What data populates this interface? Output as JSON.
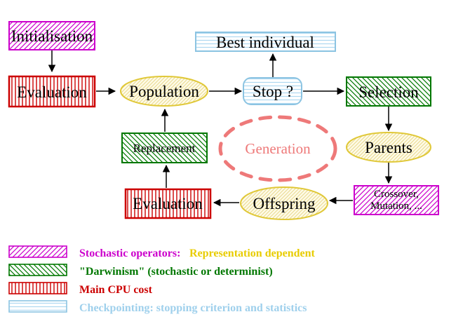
{
  "diagram": {
    "nodes": {
      "initialisation": {
        "label": "Initialisation"
      },
      "evaluation_top": {
        "label": "Evaluation"
      },
      "population": {
        "label": "Population"
      },
      "best_individual": {
        "label": "Best individual"
      },
      "stop": {
        "label": "Stop ?"
      },
      "selection": {
        "label": "Selection"
      },
      "replacement": {
        "label": "Replacement"
      },
      "generation": {
        "label": "Generation"
      },
      "parents": {
        "label": "Parents"
      },
      "evaluation_bottom": {
        "label": "Evaluation"
      },
      "offspring": {
        "label": "Offspring"
      },
      "crossover": {
        "line1": "Crossover,",
        "line2": "Mutation, ..."
      }
    },
    "legend": [
      {
        "swatch": "magenta-diagonal-hatch",
        "label": "Stochastic operators:",
        "label2": "Representation dependent"
      },
      {
        "swatch": "green-diagonal-hatch",
        "label": "\"Darwinism\" (stochastic or determinist)"
      },
      {
        "swatch": "red-vertical-stripes",
        "label": "Main CPU cost"
      },
      {
        "swatch": "cyan-horizontal-lines",
        "label": "Checkpointing: stopping criterion and statistics"
      }
    ],
    "colors": {
      "magenta": "#cc00cc",
      "green": "#007700",
      "red": "#cc0000",
      "cyan_border": "#8cc4e2",
      "cyan_lines": "#aed8f0",
      "cyan_text": "#9fd0ec",
      "yellow_border": "#e0c838",
      "yellow_hatch": "#ead98e",
      "yellow_fill": "#fefbe8",
      "gold_text": "#e8cc00",
      "salmon": "#ee7979",
      "arrow_black": "#000000"
    }
  }
}
